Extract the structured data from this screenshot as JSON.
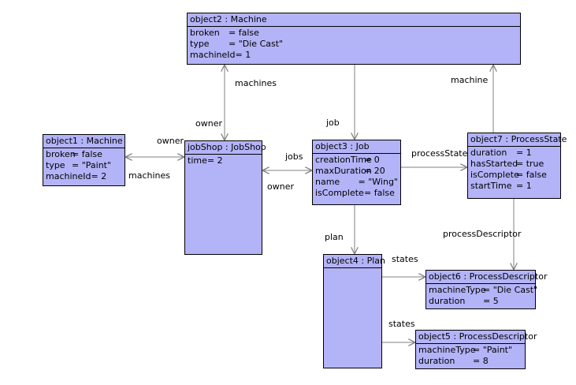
{
  "objects": {
    "object2": {
      "title": "object2 : Machine",
      "attrs": [
        {
          "name": "broken",
          "value": "= false"
        },
        {
          "name": "type",
          "value": "= \"Die Cast\""
        },
        {
          "name": "machineId",
          "value": "= 1"
        }
      ]
    },
    "object1": {
      "title": "object1 : Machine",
      "attrs": [
        {
          "name": "broken",
          "value": "= false"
        },
        {
          "name": "type",
          "value": "= \"Paint\""
        },
        {
          "name": "machineId",
          "value": "= 2"
        }
      ]
    },
    "jobShop": {
      "title": "jobShop : JobShop",
      "attrs": [
        {
          "name": "time",
          "value": "= 2"
        }
      ]
    },
    "object3": {
      "title": "object3 : Job",
      "attrs": [
        {
          "name": "creationTime",
          "value": "= 0"
        },
        {
          "name": "maxDuration",
          "value": "= 20"
        },
        {
          "name": "name",
          "value": "= \"Wing\""
        },
        {
          "name": "isComplete",
          "value": "= false"
        }
      ]
    },
    "object7": {
      "title": "object7 : ProcessState",
      "attrs": [
        {
          "name": "duration",
          "value": "= 1"
        },
        {
          "name": "hasStarted",
          "value": "= true"
        },
        {
          "name": "isComplete",
          "value": "= false"
        },
        {
          "name": "startTime",
          "value": "= 1"
        }
      ]
    },
    "object4": {
      "title": "object4 : Plan",
      "attrs": []
    },
    "object6": {
      "title": "object6 : ProcessDescriptor",
      "attrs": [
        {
          "name": "machineType",
          "value": "= \"Die Cast\""
        },
        {
          "name": "duration",
          "value": "= 5"
        }
      ]
    },
    "object5": {
      "title": "object5 : ProcessDescriptor",
      "attrs": [
        {
          "name": "machineType",
          "value": "= \"Paint\""
        },
        {
          "name": "duration",
          "value": "= 8"
        }
      ]
    }
  },
  "labels": {
    "machines_top": "machines",
    "owner_top": "owner",
    "owner_left": "owner",
    "machines_left": "machines",
    "jobs": "jobs",
    "owner_mid": "owner",
    "job": "job",
    "processState": "processState",
    "machine": "machine",
    "processDescriptor": "processDescriptor",
    "plan": "plan",
    "states_top": "states",
    "states_bottom": "states"
  },
  "colors": {
    "object_fill": "#b3b3f8",
    "line": "#808080"
  }
}
